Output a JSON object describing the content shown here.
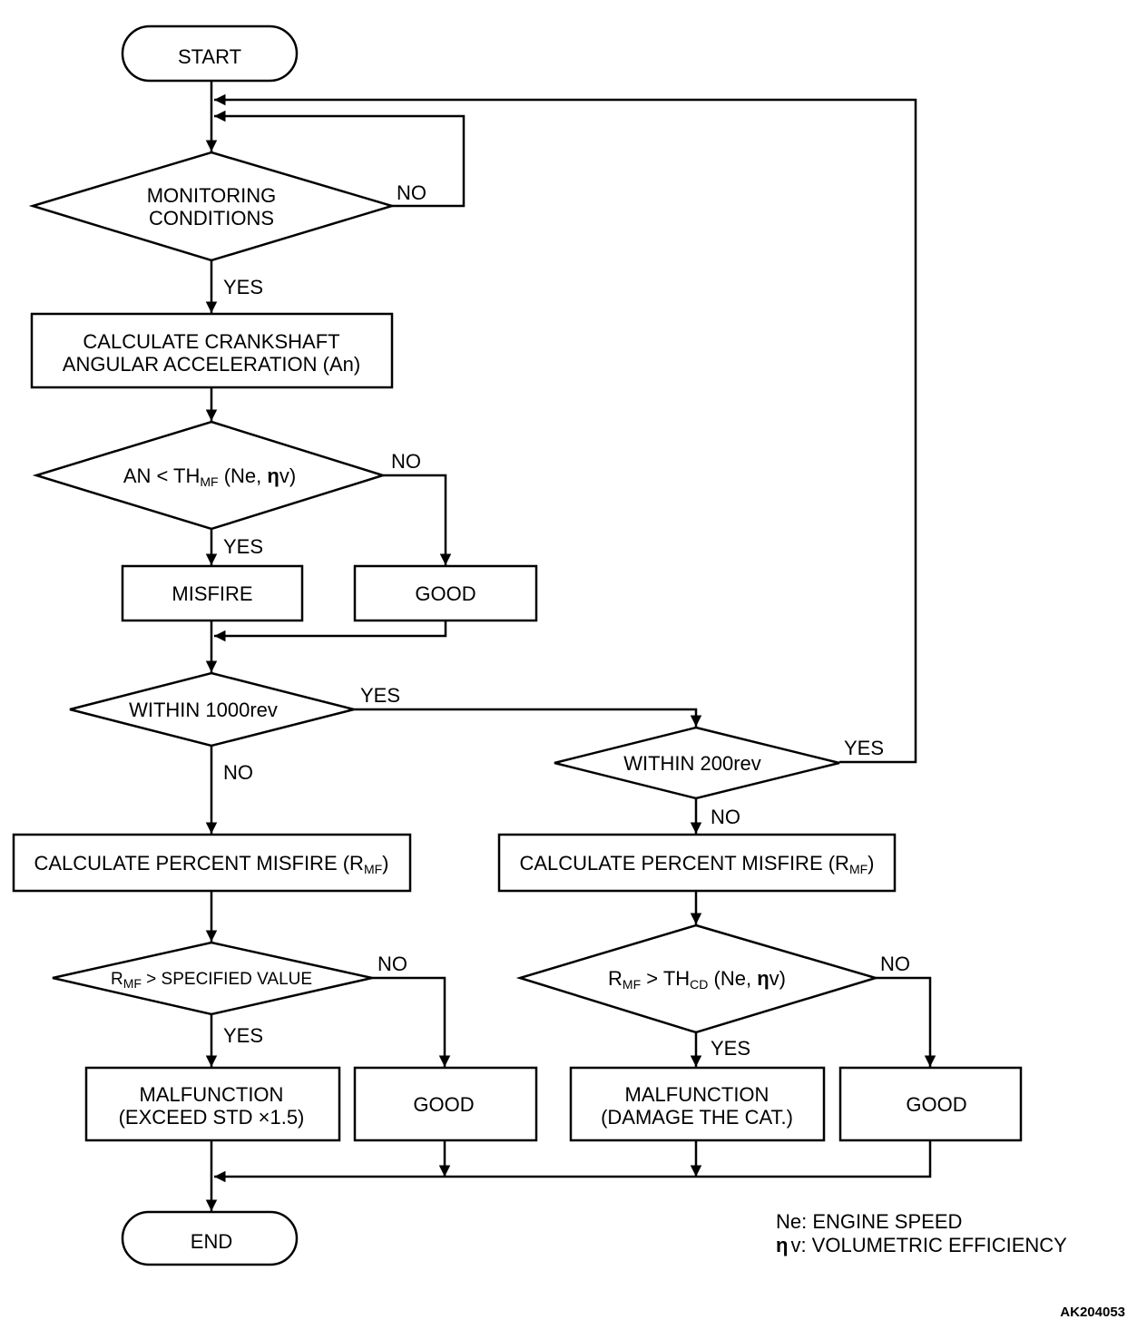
{
  "nodes": {
    "start": "START",
    "monitoring": [
      "MONITORING",
      "CONDITIONS"
    ],
    "calc_accel": [
      "CALCULATE CRANKSHAFT",
      "ANGULAR ACCELERATION (An)"
    ],
    "an_compare": {
      "pre": "AN < TH",
      "sub": "MF",
      "post": " (Ne, ",
      "eta": "η",
      "tail": "v)"
    },
    "misfire": "MISFIRE",
    "good_1": "GOOD",
    "within_1000": "WITHIN 1000rev",
    "within_200": "WITHIN 200rev",
    "calc_percent_left": {
      "pre": "CALCULATE PERCENT MISFIRE (R",
      "sub": "MF",
      "post": ")"
    },
    "calc_percent_right": {
      "pre": "CALCULATE PERCENT MISFIRE (R",
      "sub": "MF",
      "post": ")"
    },
    "rmf_specified": {
      "pre": "R",
      "sub": "MF",
      "post": " > SPECIFIED VALUE"
    },
    "rmf_thcd": {
      "pre": "R",
      "sub": "MF",
      "mid": " > TH",
      "sub2": "CD",
      "post": " (Ne, ",
      "eta": "η",
      "tail": "v)"
    },
    "malfunction_std": [
      "MALFUNCTION",
      "(EXCEED STD  ×1.5)"
    ],
    "good_2": "GOOD",
    "malfunction_cat": [
      "MALFUNCTION",
      "(DAMAGE THE CAT.)"
    ],
    "good_3": "GOOD",
    "end": "END"
  },
  "branch_labels": {
    "monitoring_no": "NO",
    "monitoring_yes": "YES",
    "an_no": "NO",
    "an_yes": "YES",
    "w1000_yes": "YES",
    "w1000_no": "NO",
    "w200_yes": "YES",
    "w200_no": "NO",
    "rmf_spec_no": "NO",
    "rmf_spec_yes": "YES",
    "rmf_thcd_no": "NO",
    "rmf_thcd_yes": "YES"
  },
  "legend": {
    "ne": "Ne: ENGINE SPEED",
    "eta_symbol": "η",
    "eta_text": "v: VOLUMETRIC EFFICIENCY"
  },
  "figure_code": "AK204053"
}
